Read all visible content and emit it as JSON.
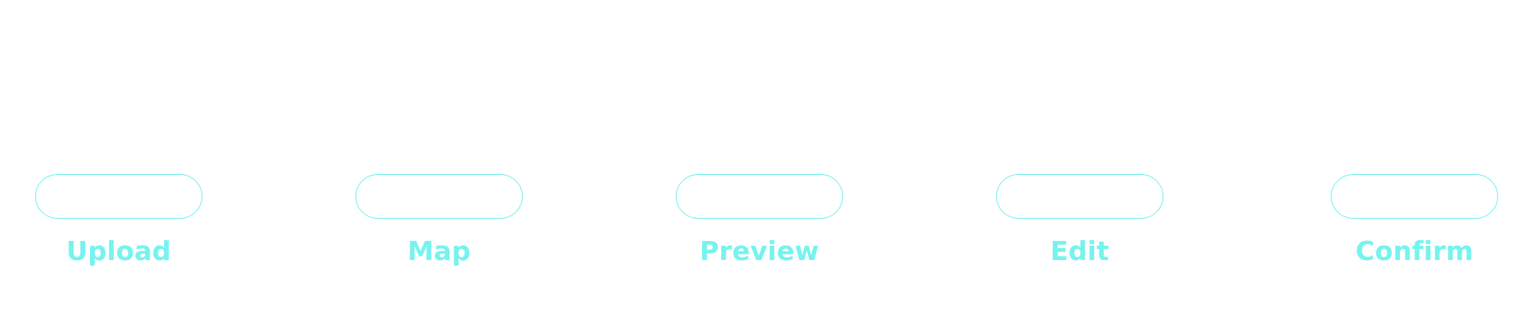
{
  "stepper": {
    "accent_color": "#76f3ef",
    "steps": [
      {
        "label": "Upload"
      },
      {
        "label": "Map"
      },
      {
        "label": "Preview"
      },
      {
        "label": "Edit"
      },
      {
        "label": "Confirm"
      }
    ]
  }
}
